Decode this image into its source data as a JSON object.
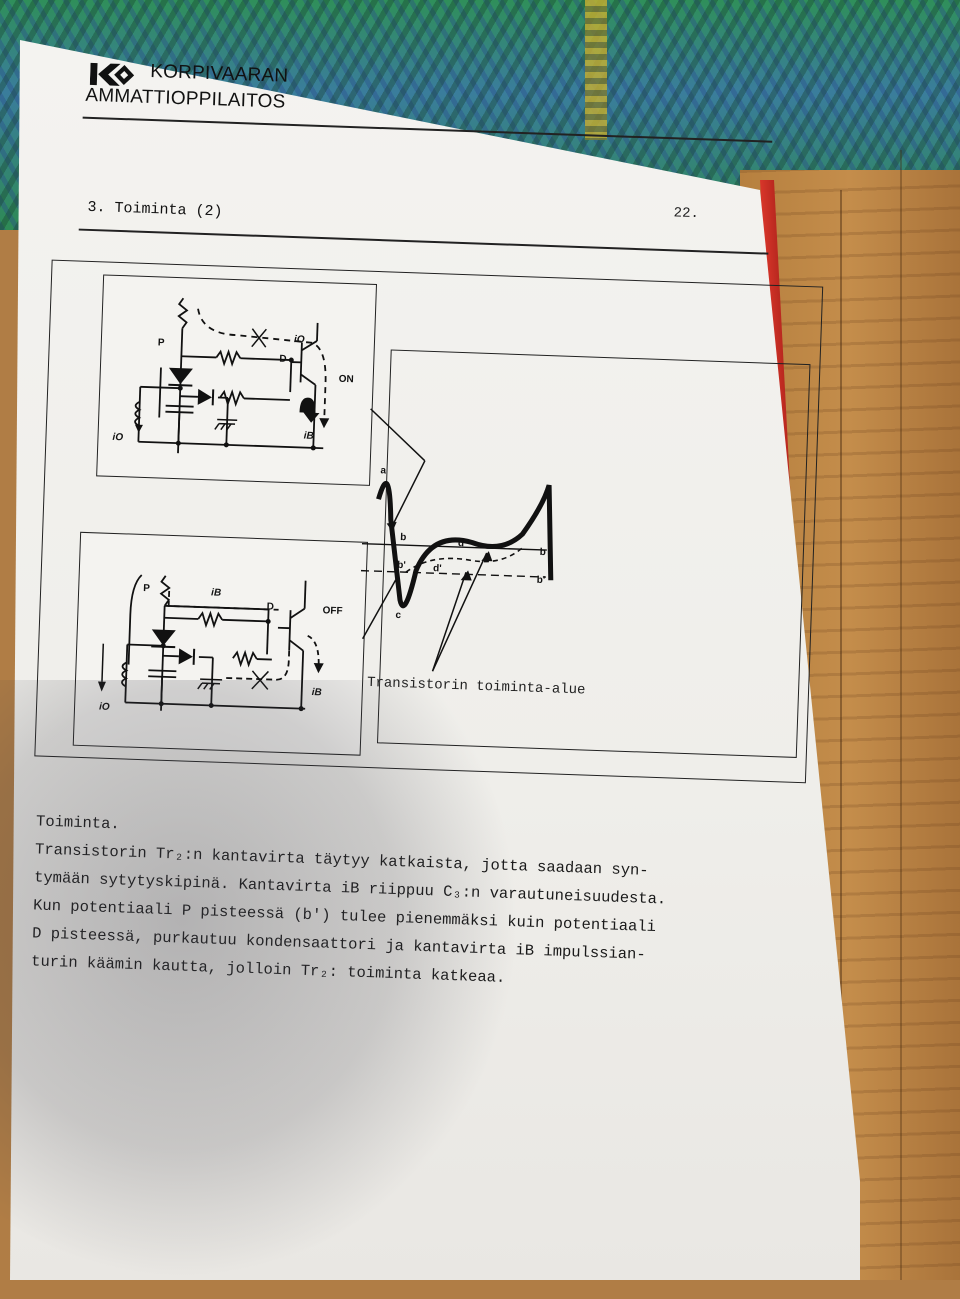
{
  "header": {
    "logo_line1": "KORPIVAARAN",
    "logo_line2": "AMMATTIOPPILAITOS",
    "page_number": "22.",
    "section_title": "3. Toiminta (2)"
  },
  "figure": {
    "on_state": {
      "label_p": "P",
      "label_io_top": "iO",
      "label_d": "D",
      "label_on": "ON",
      "label_ib": "iB",
      "label_io_bottom": "iO"
    },
    "off_state": {
      "label_p": "P",
      "label_ib_top": "iB",
      "label_d": "D",
      "label_off": "OFF",
      "label_ib": "iB",
      "label_io": "iO"
    },
    "graph": {
      "label_a_left": "a",
      "label_a_right": "a",
      "label_b_left": "b",
      "label_b_right": "b",
      "label_d": "d",
      "label_b_prime_left": "b'",
      "label_b_prime_right": "b'",
      "label_d_prime": "d'",
      "label_c": "c",
      "caption": "Transistorin toiminta-alue"
    }
  },
  "body": {
    "heading": "Toiminta.",
    "lines": [
      "Transistorin Tr₂:n kantavirta täytyy katkaista, jotta saadaan syn-",
      "tymään sytytyskipinä. Kantavirta iB riippuu C₃:n varautuneisuudesta.",
      "Kun potentiaali P pisteessä (b') tulee pienemmäksi kuin potentiaali",
      "D pisteessä, purkautuu kondensaattori ja kantavirta iB impulssian-",
      "turin käämin kautta, jolloin Tr₂: toiminta katkeaa."
    ]
  }
}
